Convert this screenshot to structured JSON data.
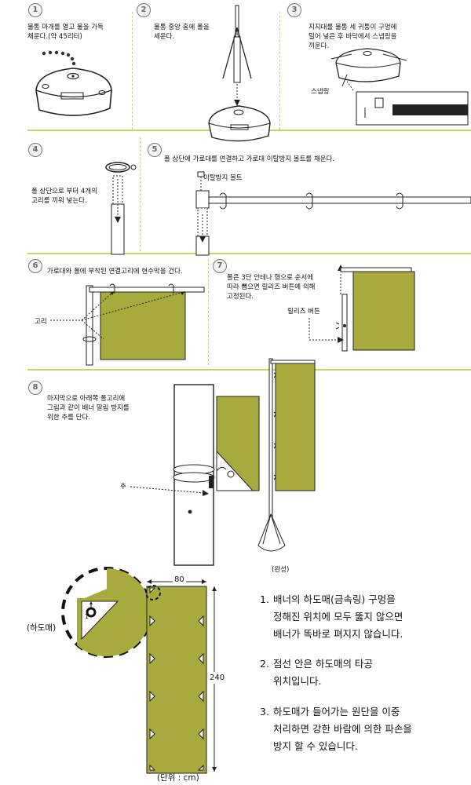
{
  "steps": [
    {
      "num": "1",
      "text": "물통 마개를 열고 물을 가득\n채운다.(약 45리터)"
    },
    {
      "num": "2",
      "text": "물통 중앙 홈에 폴을\n세운다."
    },
    {
      "num": "3",
      "text": "지지대를 물통 세 귀퉁이 구멍에\n밀어 넣은 후 바닥에서 스냅링을\n끼운다.",
      "label": "스냅링"
    },
    {
      "num": "4",
      "text": "폴 상단으로 부터 4개의\n고리를 끼워 넣는다."
    },
    {
      "num": "5",
      "text": "폴 상단에 가로대를 연결하고 가로대 이탈방지 볼트를 채운다.",
      "label": "이탈방지 볼트"
    },
    {
      "num": "6",
      "text": "가로대와 폴에 부착된 연결고리에 현수막을 건다.",
      "label": "고리"
    },
    {
      "num": "7",
      "text": "폴은 3단 안테나 형으로 순서에\n따라 뽑으면 릴리즈 버튼에 의해\n고정된다.",
      "label": "릴리즈 버튼"
    },
    {
      "num": "8",
      "text": "마지막으로 아래쪽 폴고리에\n그림과 같이 배너 말림 방지를\n위한 추를 단다.",
      "label": "추",
      "caption": "(완성)"
    }
  ],
  "diagram": {
    "grommet_label": "(하도매)",
    "width_label": "80",
    "height_label": "240",
    "unit_label": "(단위 : cm)",
    "colors": {
      "banner": "#a7aa3c",
      "divider": "#c7d66a",
      "line": "#222222"
    }
  },
  "notes": [
    {
      "num": "1.",
      "text": "배너의 하도매(금속링) 구멍을\n정해진 위치에 모두 뚫지 않으면\n배너가 똑바로 펴지지 않습니다."
    },
    {
      "num": "2.",
      "text": "점선 안은 하도매의 타공\n위치입니다."
    },
    {
      "num": "3.",
      "text": "하도매가 들어가는 원단을 이중\n처리하면 강한 바람에 의한 파손을\n방지 할 수 있습니다."
    }
  ]
}
